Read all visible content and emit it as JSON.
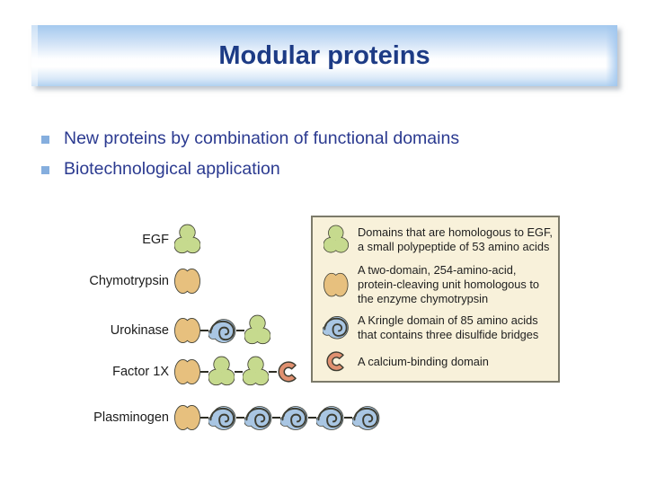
{
  "slide": {
    "title": "Modular proteins",
    "bullets": [
      "New proteins by combination of functional domains",
      "Biotechnological application"
    ]
  },
  "colors": {
    "title_text": "#1d3b85",
    "bullet_text": "#2b3a90",
    "bullet_marker": "#85aede",
    "egf_fill": "#c6da8e",
    "chymotrypsin_fill": "#e7c07e",
    "kringle_fill": "#a9c6e3",
    "calcium_fill": "#e09070",
    "outline": "#3d3d32",
    "connector": "#2d2d24",
    "legend_bg": "#f8f1da",
    "legend_border": "#7c7a6a"
  },
  "diagram": {
    "rows": [
      {
        "label": "EGF",
        "domains": [
          "egf"
        ]
      },
      {
        "label": "Chymotrypsin",
        "domains": [
          "chymotrypsin"
        ]
      },
      {
        "label": "Urokinase",
        "domains": [
          "chymotrypsin",
          "kringle",
          "egf"
        ]
      },
      {
        "label": "Factor 1X",
        "domains": [
          "chymotrypsin",
          "egf",
          "egf",
          "calcium"
        ]
      },
      {
        "label": "Plasminogen",
        "domains": [
          "chymotrypsin",
          "kringle",
          "kringle",
          "kringle",
          "kringle",
          "kringle"
        ]
      }
    ]
  },
  "legend": {
    "items": [
      {
        "icon": "egf",
        "text": "Domains that are homologous to EGF,\na small polypeptide of 53 amino acids"
      },
      {
        "icon": "chymotrypsin",
        "text": "A two-domain, 254-amino-acid,\nprotein-cleaving unit homologous to\nthe enzyme chymotrypsin"
      },
      {
        "icon": "kringle",
        "text": "A Kringle domain of 85 amino acids\nthat contains three disulfide bridges"
      },
      {
        "icon": "calcium",
        "text": "A calcium-binding domain"
      }
    ]
  }
}
